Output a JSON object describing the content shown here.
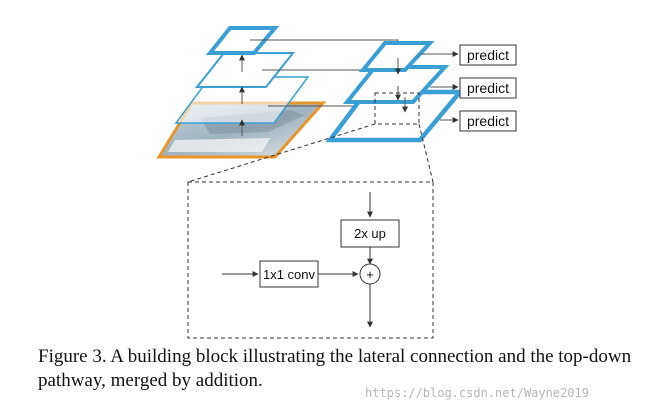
{
  "diagram": {
    "predict_labels": [
      "predict",
      "predict",
      "predict"
    ],
    "upsample_label": "2x up",
    "conv_label": "1x1 conv",
    "add_symbol": "+",
    "colors": {
      "pyramid": "#3a9fd4",
      "image": "#e8952c",
      "line": "#555555"
    }
  },
  "caption": "Figure 3. A building block illustrating the lateral connection and the top-down pathway, merged by addition.",
  "watermark": "https://blog.csdn.net/Wayne2019"
}
